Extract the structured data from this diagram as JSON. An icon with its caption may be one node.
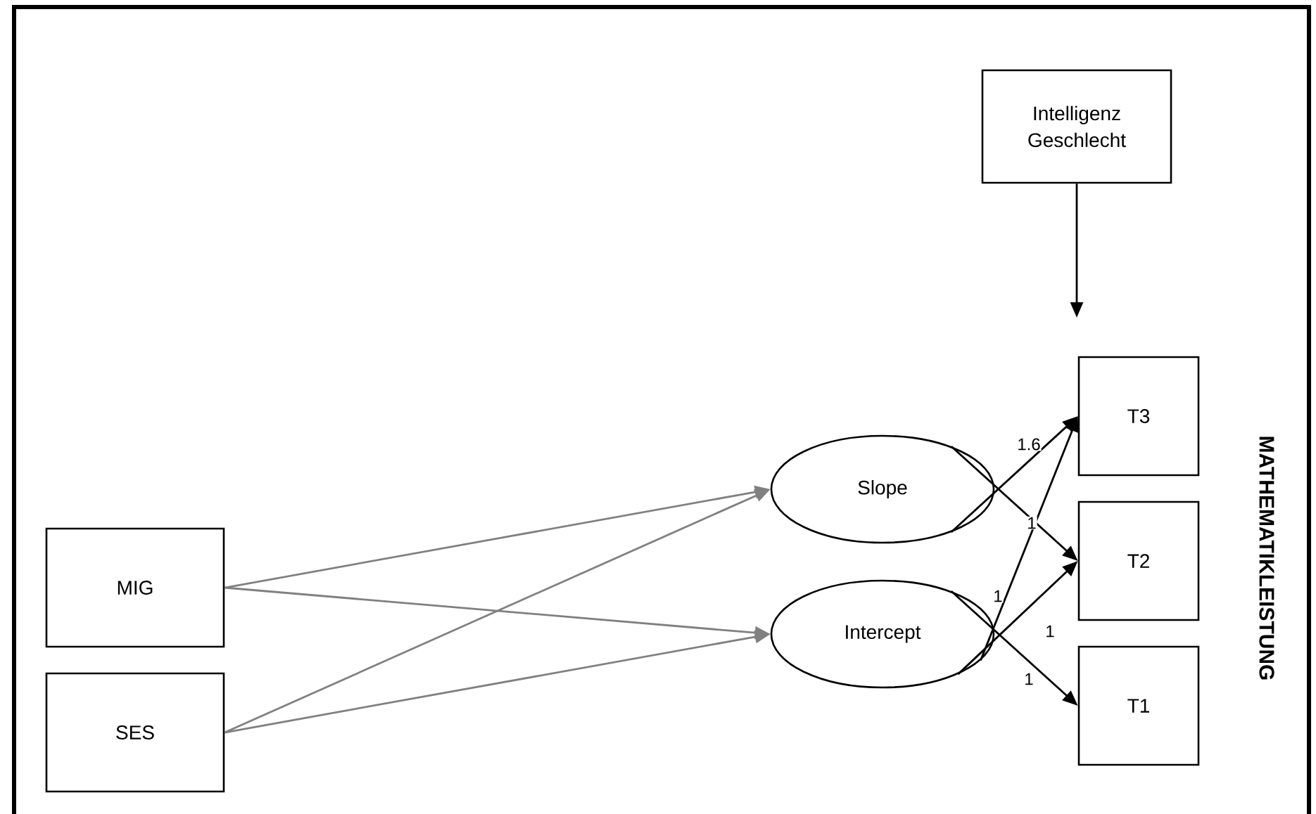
{
  "diagram": {
    "nodes": [
      {
        "text": [
          "Intelligenz Geschlecht"
        ]
      },
      {
        "text": [
          "MIG"
        ]
      },
      {
        "text": [
          "SES"
        ]
      },
      {
        "text": [
          "Slope"
        ]
      },
      {
        "text": [
          "Intercept"
        ]
      },
      {
        "text": [
          "T3"
        ]
      },
      {
        "text": [
          "T2"
        ]
      },
      {
        "text": [
          "T1"
        ]
      }
    ],
    "edges": [
      {
        "from": 0,
        "to": null,
        "arrow": "to"
      },
      {
        "from": 1,
        "to": 3,
        "arrow": "to",
        "color": "#808080"
      },
      {
        "from": 1,
        "to": 4,
        "arrow": "to",
        "color": "#808080"
      },
      {
        "from": 2,
        "to": 3,
        "arrow": "to",
        "color": "#808080"
      },
      {
        "from": 2,
        "to": 4,
        "arrow": "to",
        "color": "#808080"
      },
      {
        "from": 3,
        "to": 5,
        "arrow": "to",
        "label": "1.6"
      },
      {
        "from": 3,
        "to": 6,
        "arrow": "to",
        "label": "1"
      },
      {
        "from": 4,
        "to": 5,
        "arrow": "to",
        "label": "1"
      },
      {
        "from": 4,
        "to": 6,
        "arrow": "to",
        "label": "1"
      },
      {
        "from": 4,
        "to": 7,
        "arrow": "to",
        "label": "1"
      }
    ],
    "labels": [
      "MATHEMATIKLEISTUNG"
    ]
  }
}
